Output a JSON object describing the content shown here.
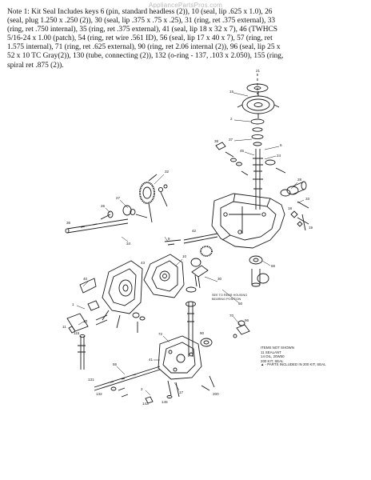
{
  "watermark": "AppliancePartsPros.com",
  "note": "Note 1: Kit Seal Includes keys 6 (pin, standard headless (2)), 10 (seal, lip .625 x 1.0), 26 (seal, plug 1.250 x .250 (2)), 30 (seal, lip .375 x .75 x .25), 31 (ring, ret .375 external), 33 (ring, ret .750 internal), 35 (ring, ret .375 external), 41 (seal, lip 18 x 32 x 7), 46 (TWHCS 5/16-24 x 1.00 (patch), 54 (ring, ret wire .561 ID), 56 (seal, lip 17 x 40 x 7), 57 (ring, ret 1.575 internal), 71 (ring, ret .625 external), 90 (ring, ret 2.06 internal (2)), 96 (seal, lip 25 x 52 x 10 TC Gray(2)), 130 (tube, connecting (2)), 132 (o-ring - 137, .103 x 2.050), 155 (ring, spiral ret .875 (2)).",
  "callouts": [
    "15",
    "2",
    "37",
    "45",
    "6",
    "24",
    "32",
    "27",
    "26",
    "34",
    "9",
    "10",
    "40",
    "1",
    "13",
    "30",
    "50",
    "70",
    "72",
    "41",
    "17",
    "2",
    "55",
    "28",
    "33",
    "66",
    "36",
    "38",
    "21",
    "18",
    "19",
    "42",
    "43",
    "96",
    "90",
    "11",
    "115",
    "131",
    "132",
    "143",
    "145",
    "200"
  ],
  "legend_ind": [
    "ITEMS NOT SHOWN",
    "11  SEALANT",
    "14  OIL, 20W50",
    "200  KIT, SEAL"
  ],
  "legend_kit": "▲ - PARTS INCLUDED IN 200 KIT, SEAL",
  "label_transaxle": [
    "SEE TO REAR HOUSING",
    "BEARING POSITION"
  ],
  "line_color": "#1a1a1a"
}
